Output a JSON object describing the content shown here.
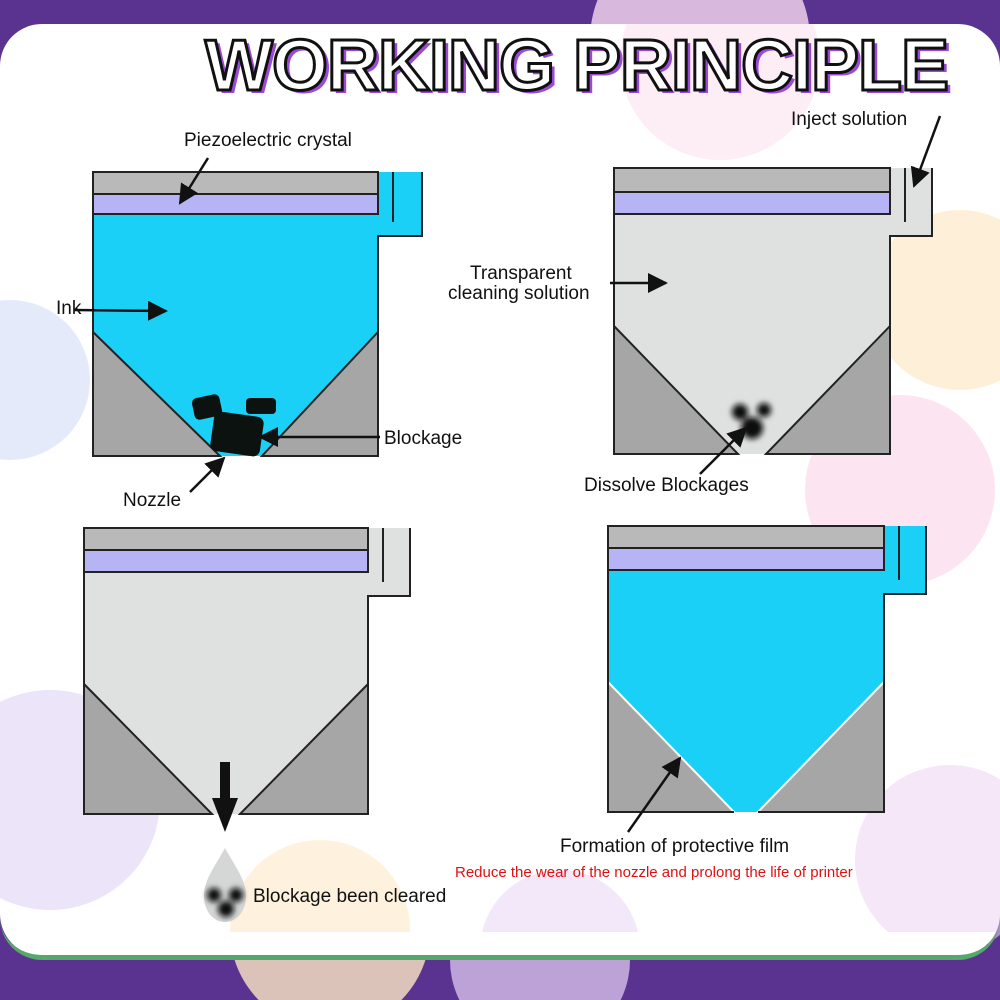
{
  "title": "WORKING PRINCIPLE",
  "labels": {
    "piezo": "Piezoelectric crystal",
    "ink": "Ink",
    "blockage": "Blockage",
    "nozzle": "Nozzle",
    "inject": "Inject solution",
    "transparent_line1": "Transparent",
    "transparent_line2": "cleaning solution",
    "dissolve": "Dissolve Blockages",
    "cleared": "Blockage been cleared",
    "film": "Formation of protective film",
    "reduce": "Reduce the wear of the nozzle and prolong the life of printer"
  },
  "colors": {
    "frame": "#5a3290",
    "ink": "#1ad0f7",
    "gray": "#a6a6a6",
    "top_plate": "#b9b9b9",
    "crystal": "#b6b4f4",
    "solution": "#dfe0e0",
    "outline": "#222222",
    "accent_text": "#e01010"
  }
}
